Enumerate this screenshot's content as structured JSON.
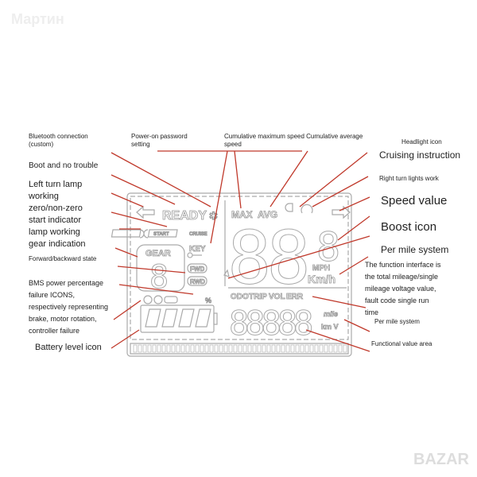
{
  "watermark": "Мартин",
  "logo": "BAZAR",
  "labels": {
    "bluetooth": [
      "Bluetooth connection",
      "(custom)"
    ],
    "power_on": [
      "Power-on password",
      "setting"
    ],
    "cumulative": [
      "Cumulative maximum speed Cumulative average",
      "speed"
    ],
    "headlight": "Headlight icon",
    "cruising": "Cruising instruction",
    "boot": "Boot and no trouble",
    "right_turn": "Right turn lights work",
    "left_block": [
      "Left turn lamp",
      "working",
      "zero/non-zero",
      "start indicator",
      "lamp working",
      "gear indication"
    ],
    "speed_value": "Speed value",
    "boost": "Boost icon",
    "per_mile_1": "Per mile system",
    "forward_backward": "Forward/backward state",
    "function_interface": [
      "The function interface is",
      "the total mileage/single",
      "mileage voltage value,",
      "fault code single run",
      "time"
    ],
    "bms": [
      "BMS power percentage",
      "failure ICONS,",
      "respectively representing",
      "brake, motor rotation,",
      "controller failure"
    ],
    "per_mile_2": "Per mile system",
    "functional_area": "Functional value area",
    "battery": "Battery level icon"
  },
  "lcd": {
    "ready": "READY",
    "max": "MAX",
    "avg": "AVG",
    "gear": "GEAR",
    "key": "KEY",
    "fwd": "FWD",
    "rwd": "RWD",
    "odo": "ODO",
    "trip": "TRIP",
    "vol": "VOL",
    "err": "ERR",
    "mph": "MPH",
    "kmh": "Km/h",
    "mile": "mile",
    "kmv": "km V",
    "speed_digits": "88",
    "boost_digit": "8",
    "gear_digit": "8",
    "func_digits": "88888",
    "pct": "%",
    "start": "START",
    "cruise": "CRUISE"
  },
  "colors": {
    "leader": "#c0392b",
    "lcd": "#999999"
  }
}
